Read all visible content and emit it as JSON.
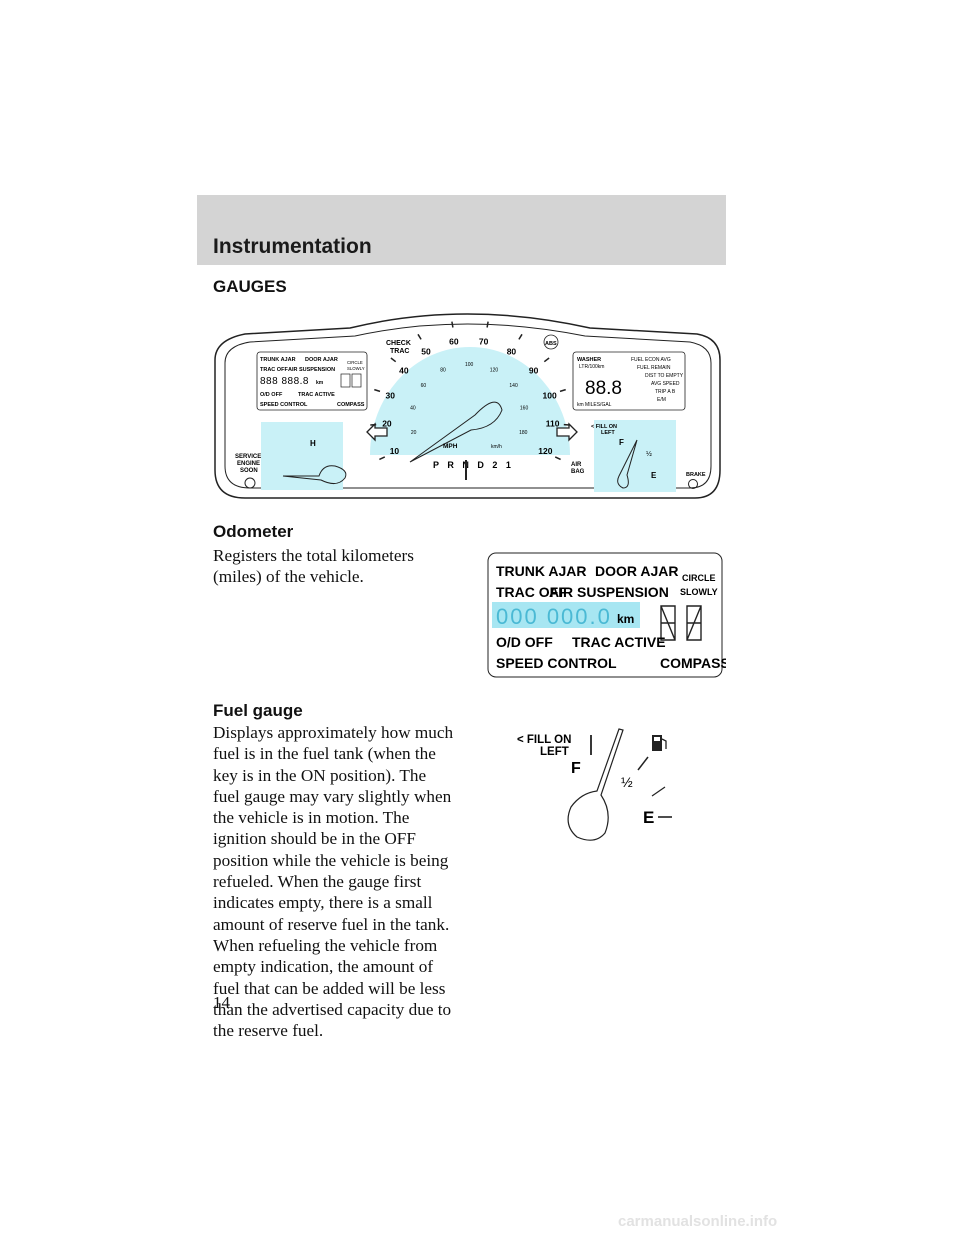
{
  "header": {
    "title": "Instrumentation"
  },
  "section_heading": "GAUGES",
  "cluster": {
    "check_trac": [
      "CHECK",
      "TRAC"
    ],
    "abs": "ABS",
    "left_display": {
      "trunk_ajar": "TRUNK AJAR",
      "door_ajar": "DOOR AJAR",
      "trac_off": "TRAC OFF",
      "air_suspension": "AIR SUSPENSION",
      "circle": "CIRCLE",
      "slowly": "SLOWLY",
      "odometer": "888 888.8",
      "km": "km",
      "od_off": "O/D OFF",
      "trac_active": "TRAC ACTIVE",
      "speed_control": "SPEED CONTROL",
      "compass": "COMPASS"
    },
    "right_display": {
      "washer": "WASHER",
      "ltr": "LTR/100km",
      "fuel_econ_avg": "FUEL ECON AVG",
      "fuel_remain": "FUEL REMAIN",
      "dist_to_empty": "DIST TO EMPTY",
      "avg_speed": "AVG SPEED",
      "trip_ab": "TRIP A B",
      "em": "E/M",
      "digits": "88.8",
      "units": "km MILES/GAL"
    },
    "mph_ticks": [
      "10",
      "20",
      "30",
      "40",
      "50",
      "60",
      "70",
      "80",
      "90",
      "100",
      "110",
      "120"
    ],
    "kmh_ticks": [
      "20",
      "40",
      "60",
      "80",
      "100",
      "120",
      "140",
      "160",
      "180"
    ],
    "mph": "MPH",
    "kmh": "km/h",
    "prnd": "P R N D 2 1",
    "temp_h": "H",
    "service_engine_soon": [
      "SERVICE",
      "ENGINE",
      "SOON"
    ],
    "fill_on_left": [
      "< FILL ON",
      "LEFT"
    ],
    "fuel_f": "F",
    "fuel_e": "E",
    "fuel_half": "½",
    "air_bag": [
      "AIR",
      "BAG"
    ],
    "brake": "BRAKE"
  },
  "odometer_section": {
    "heading": "Odometer",
    "body": [
      "Registers the total kilometers",
      "(miles) of the vehicle."
    ]
  },
  "odometer_figure": {
    "trunk_ajar": "TRUNK AJAR",
    "door_ajar": "DOOR AJAR",
    "trac_off": "TRAC OFF",
    "air_suspension": "AIR SUSPENSION",
    "circle": "CIRCLE",
    "slowly": "SLOWLY",
    "reading": "000 000.0",
    "km": "km",
    "od_off": "O/D OFF",
    "trac_active": "TRAC ACTIVE",
    "speed_control": "SPEED CONTROL",
    "compass": "COMPASS"
  },
  "fuel_section": {
    "heading": "Fuel gauge",
    "body": [
      "Displays approximately how much",
      "fuel is in the fuel tank (when the",
      "key is in the ON position). The",
      "fuel gauge may vary slightly when",
      "the vehicle is in motion. The",
      "ignition should be in the OFF",
      "position while the vehicle is being",
      "refueled. When the gauge first",
      "indicates empty, there is a small",
      "amount of reserve fuel in the tank.",
      "When refueling the vehicle from",
      "empty indication, the amount of",
      "fuel that can be added will be less",
      "than the advertised capacity due to",
      "the reserve fuel."
    ]
  },
  "fuel_figure": {
    "fill_on_left": [
      "< FILL ON",
      "LEFT"
    ],
    "f": "F",
    "half": "½",
    "e": "E"
  },
  "page_number": "14",
  "watermark": "carmanualsonline.info",
  "colors": {
    "gauge_cyan": "#c9f1f7",
    "header_gray": "#d4d4d4",
    "odometer_blue": "#a7e6f2"
  }
}
